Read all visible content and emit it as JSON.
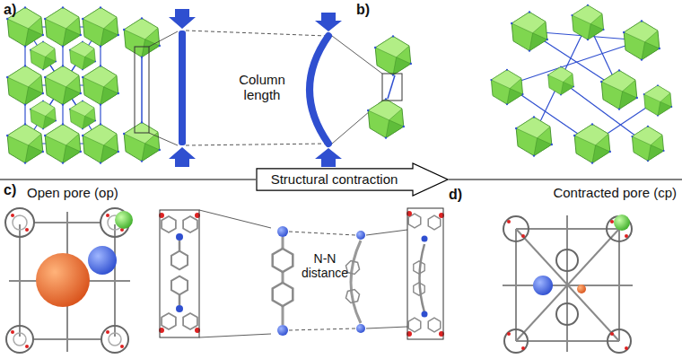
{
  "diagram": {
    "nodes": [
      {
        "text": [
          "Structural contraction"
        ]
      }
    ],
    "labels": [
      "a)",
      "Column length",
      "b)",
      "c)",
      "Open pore (op)",
      "N-N distance",
      "d)",
      "Contracted pore (cp)"
    ]
  }
}
